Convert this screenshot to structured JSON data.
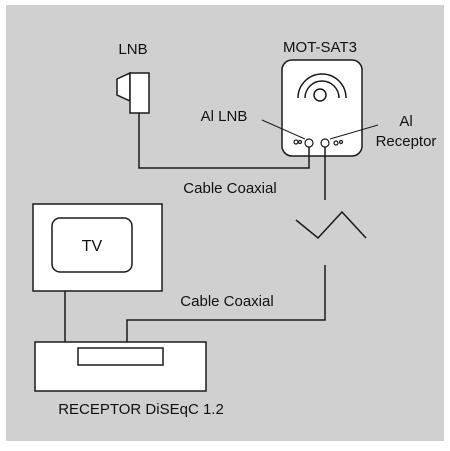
{
  "colors": {
    "background": "#d0d0d0",
    "box_fill": "#ffffff",
    "stroke": "#1a1a1a"
  },
  "labels": {
    "lnb": "LNB",
    "mot_sat3": "MOT-SAT3",
    "al_lnb": "Al LNB",
    "al_receptor_line1": "Al",
    "al_receptor_line2": "Receptor",
    "cable_coaxial_top": "Cable Coaxial",
    "tv": "TV",
    "cable_coaxial_bottom": "Cable Coaxial",
    "receptor": "RECEPTOR DiSEqC 1.2"
  }
}
